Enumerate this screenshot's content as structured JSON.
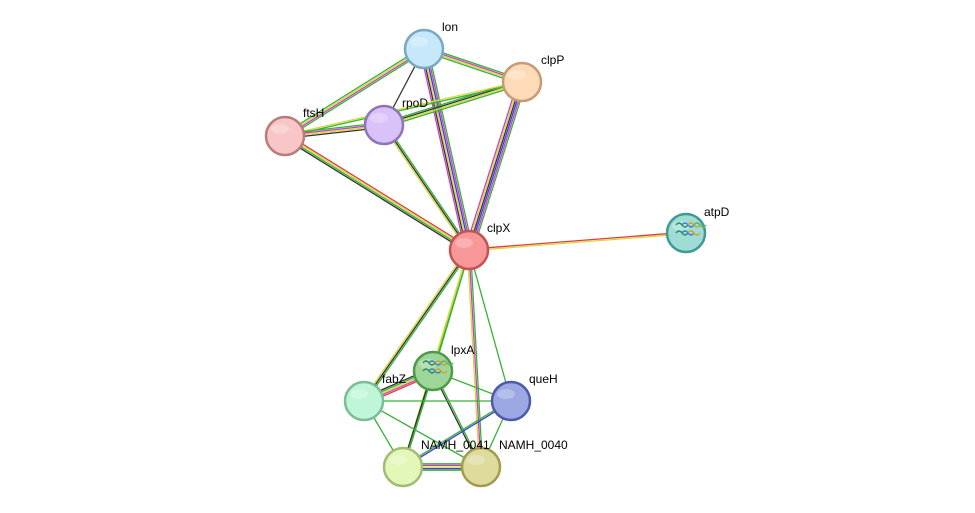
{
  "network": {
    "nodes": [
      {
        "id": "lon",
        "label": "lon",
        "color": "#c6e8fa",
        "stroke": "#7aa7c2"
      },
      {
        "id": "clpP",
        "label": "clpP",
        "color": "#fddbb8",
        "stroke": "#c69c77"
      },
      {
        "id": "ftsH",
        "label": "ftsH",
        "color": "#f8c6c6",
        "stroke": "#b97c7c"
      },
      {
        "id": "rpoD",
        "label": "rpoD",
        "color": "#d9c2f7",
        "stroke": "#8d75b6"
      },
      {
        "id": "clpX",
        "label": "clpX",
        "color": "#f79797",
        "stroke": "#c25454"
      },
      {
        "id": "atpD",
        "label": "atpD",
        "color": "#9fdcd6",
        "stroke": "#3f9b92",
        "has_structure": true
      },
      {
        "id": "lpxA",
        "label": "lpxA",
        "color": "#9ed69a",
        "stroke": "#4f9a48",
        "has_structure": true
      },
      {
        "id": "fabZ",
        "label": "fabZ",
        "color": "#c0f6d8",
        "stroke": "#7cbc98"
      },
      {
        "id": "queH",
        "label": "queH",
        "color": "#9ca8e2",
        "stroke": "#4e5aa8"
      },
      {
        "id": "NAMH_0041",
        "label": "NAMH_0041",
        "color": "#e2f7b8",
        "stroke": "#a3bc74"
      },
      {
        "id": "NAMH_0040",
        "label": "NAMH_0040",
        "color": "#dedb9c",
        "stroke": "#a09c52"
      }
    ],
    "edges": [
      {
        "source": "lon",
        "target": "ftsH",
        "colors": [
          "#36b236",
          "#c93fc9",
          "#d8d83c",
          "#36b236"
        ]
      },
      {
        "source": "lon",
        "target": "clpP",
        "colors": [
          "#36b236",
          "#c93fc9",
          "#d8d83c",
          "#36b236"
        ]
      },
      {
        "source": "lon",
        "target": "rpoD",
        "colors": [
          "#333333"
        ]
      },
      {
        "source": "lon",
        "target": "clpX",
        "colors": [
          "#36b236",
          "#c93fc9",
          "#3b3bd6",
          "#d8d83c",
          "#333333",
          "#c93fc9"
        ]
      },
      {
        "source": "clpP",
        "target": "rpoD",
        "colors": [
          "#36b236",
          "#d8d83c",
          "#333333",
          "#36b236"
        ]
      },
      {
        "source": "clpP",
        "target": "ftsH",
        "colors": [
          "#36b236",
          "#d8d83c"
        ]
      },
      {
        "source": "clpP",
        "target": "clpX",
        "colors": [
          "#36b236",
          "#c93fc9",
          "#3b3bd6",
          "#333333",
          "#d8d83c",
          "#c93fc9"
        ]
      },
      {
        "source": "ftsH",
        "target": "rpoD",
        "colors": [
          "#36b236",
          "#c93fc9",
          "#d8d83c",
          "#333333"
        ]
      },
      {
        "source": "ftsH",
        "target": "clpX",
        "colors": [
          "#e03a3a",
          "#d8d83c",
          "#36b236",
          "#333333"
        ]
      },
      {
        "source": "rpoD",
        "target": "clpX",
        "colors": [
          "#36b236",
          "#333333",
          "#d8d83c"
        ]
      },
      {
        "source": "clpX",
        "target": "atpD",
        "colors": [
          "#e03a3a",
          "#d8d83c"
        ]
      },
      {
        "source": "clpX",
        "target": "fabZ",
        "colors": [
          "#36b236",
          "#333333",
          "#d8d83c"
        ]
      },
      {
        "source": "clpX",
        "target": "lpxA",
        "colors": [
          "#36b236",
          "#d8d83c"
        ]
      },
      {
        "source": "clpX",
        "target": "NAMH_0041",
        "colors": [
          "#36b236",
          "#d8d83c"
        ]
      },
      {
        "source": "clpX",
        "target": "NAMH_0040",
        "colors": [
          "#36b236",
          "#c93fc9",
          "#d8d83c"
        ]
      },
      {
        "source": "clpX",
        "target": "queH",
        "colors": [
          "#36b236"
        ]
      },
      {
        "source": "lpxA",
        "target": "fabZ",
        "colors": [
          "#e03a3a",
          "#c93fc9",
          "#d8d83c",
          "#36b236",
          "#333333"
        ]
      },
      {
        "source": "lpxA",
        "target": "queH",
        "colors": [
          "#36b236"
        ]
      },
      {
        "source": "lpxA",
        "target": "NAMH_0041",
        "colors": [
          "#36b236",
          "#333333"
        ]
      },
      {
        "source": "lpxA",
        "target": "NAMH_0040",
        "colors": [
          "#36b236",
          "#333333"
        ]
      },
      {
        "source": "fabZ",
        "target": "queH",
        "colors": [
          "#36b236"
        ]
      },
      {
        "source": "fabZ",
        "target": "NAMH_0041",
        "colors": [
          "#36b236"
        ]
      },
      {
        "source": "fabZ",
        "target": "NAMH_0040",
        "colors": [
          "#36b236"
        ]
      },
      {
        "source": "queH",
        "target": "NAMH_0041",
        "colors": [
          "#3b3bd6",
          "#36b236"
        ]
      },
      {
        "source": "queH",
        "target": "NAMH_0040",
        "colors": [
          "#36b236"
        ]
      },
      {
        "source": "NAMH_0041",
        "target": "NAMH_0040",
        "colors": [
          "#36b236",
          "#c93fc9",
          "#d8d83c",
          "#3b3bd6",
          "#36b236"
        ]
      }
    ]
  }
}
